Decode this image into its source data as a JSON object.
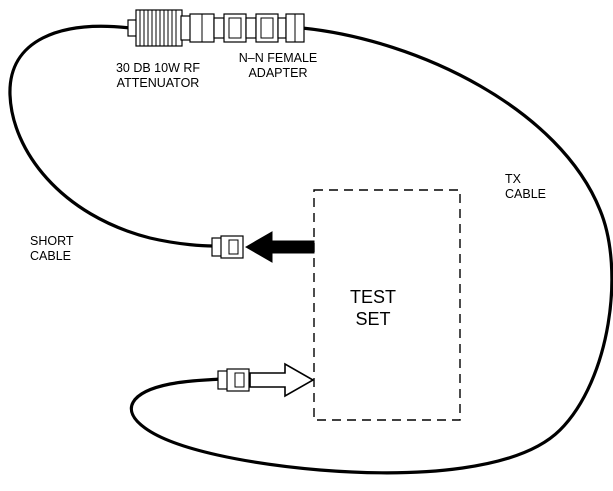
{
  "labels": {
    "attenuator_line1": "30 DB 10W RF",
    "attenuator_line2": "ATTENUATOR",
    "adapter_line1": "N–N FEMALE",
    "adapter_line2": "ADAPTER",
    "tx_line1": "TX",
    "tx_line2": "CABLE",
    "short_line1": "SHORT",
    "short_line2": "CABLE",
    "testset_line1": "TEST",
    "testset_line2": "SET"
  },
  "colors": {
    "line": "#000000",
    "background": "#ffffff"
  }
}
